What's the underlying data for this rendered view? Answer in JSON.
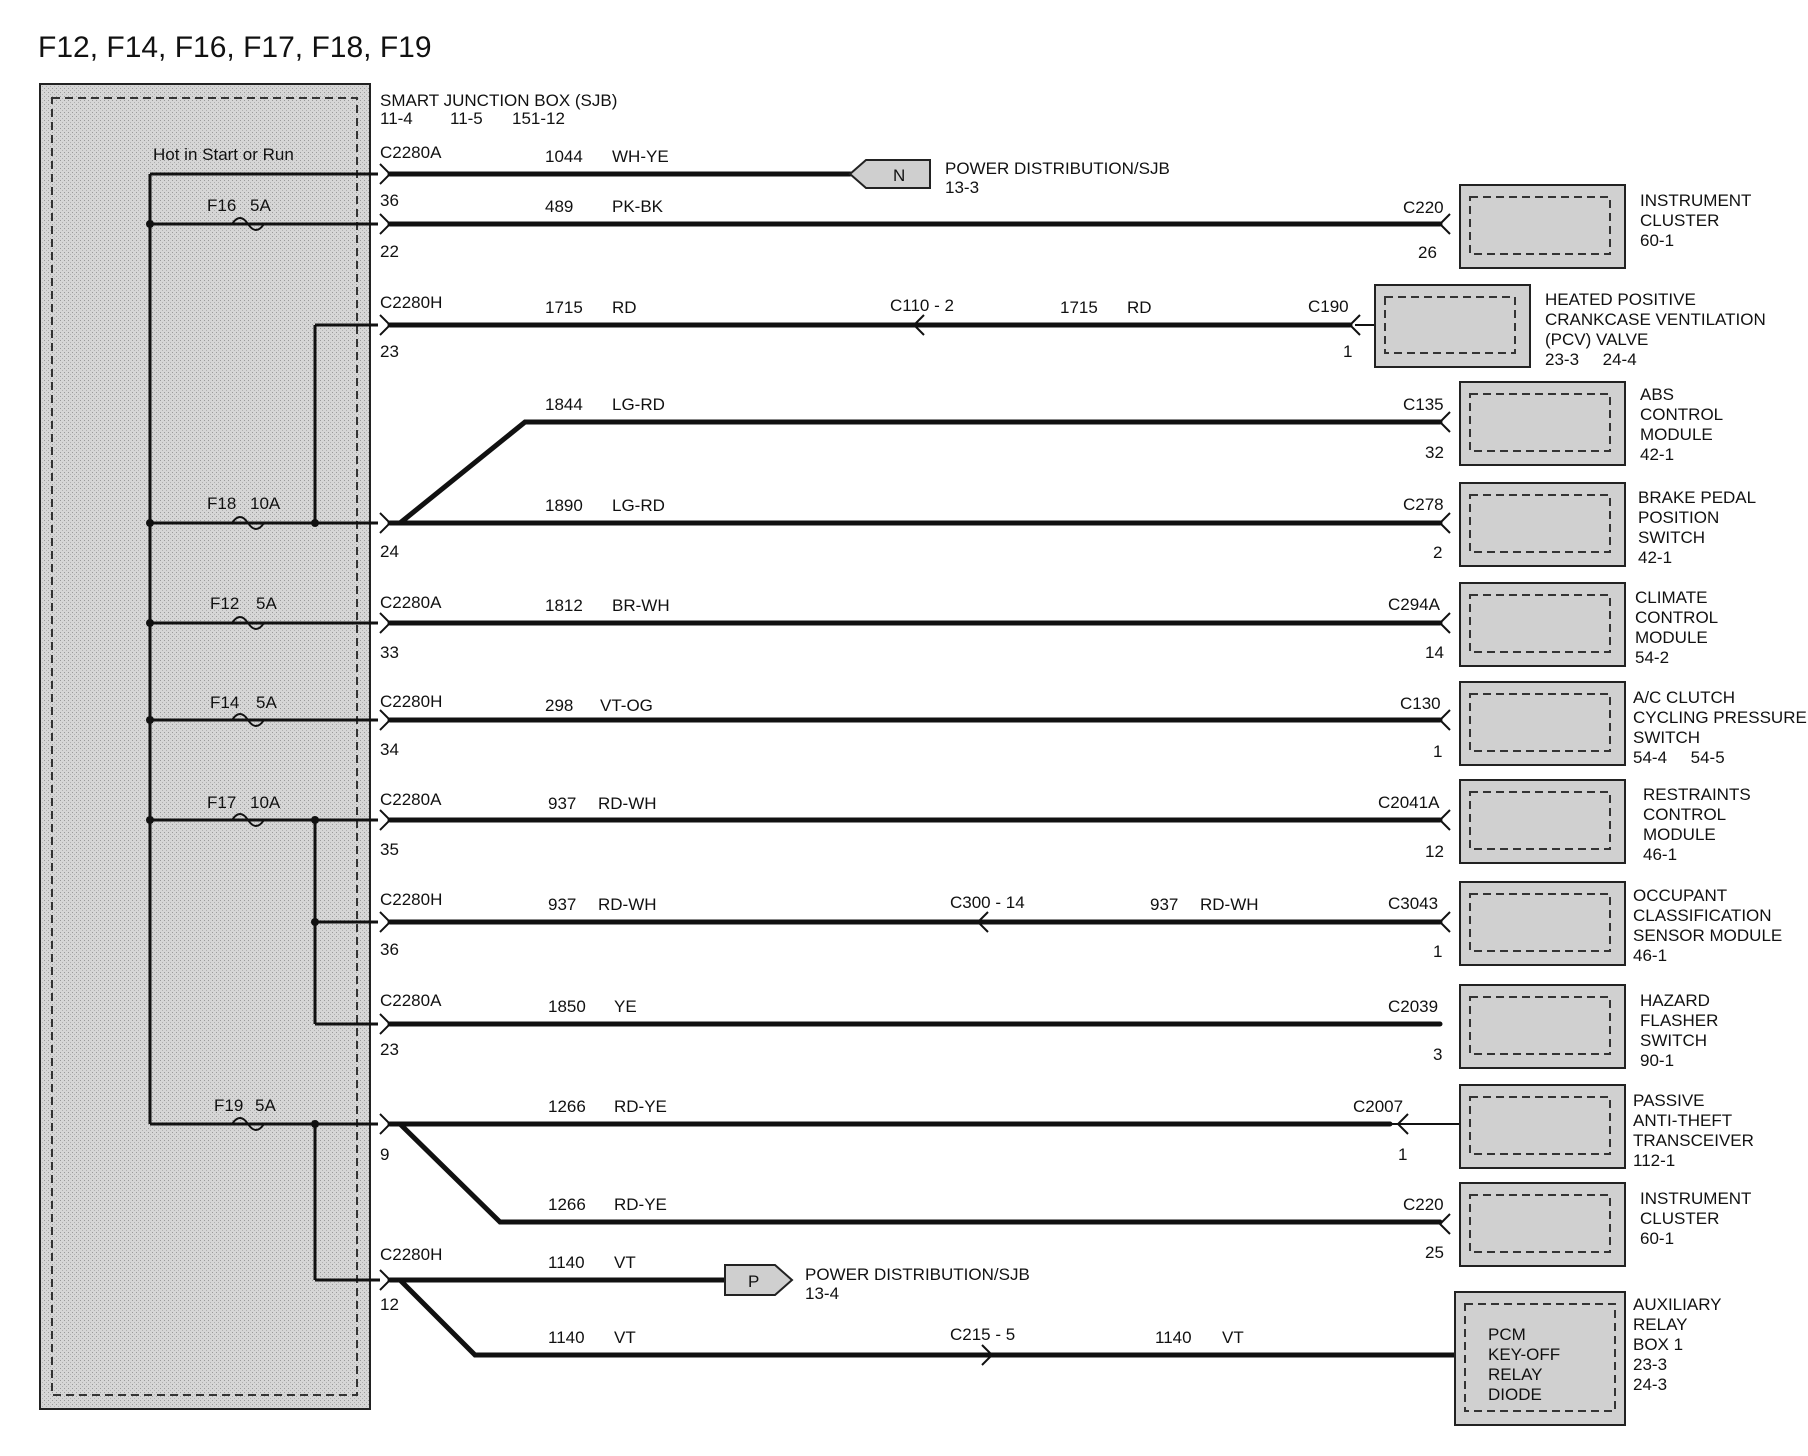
{
  "title": "F12, F14, F16, F17, F18, F19",
  "sjb": {
    "name": "SMART JUNCTION BOX (SJB)",
    "refs": [
      "11-4",
      "11-5",
      "151-12"
    ],
    "hot_label": "Hot in Start or Run"
  },
  "fuses": [
    {
      "id": "f16",
      "name": "F16",
      "rating": "5A"
    },
    {
      "id": "f18",
      "name": "F18",
      "rating": "10A"
    },
    {
      "id": "f12",
      "name": "F12",
      "rating": "5A"
    },
    {
      "id": "f14",
      "name": "F14",
      "rating": "5A"
    },
    {
      "id": "f17",
      "name": "F17",
      "rating": "10A"
    },
    {
      "id": "f19",
      "name": "F19",
      "rating": "5A"
    }
  ],
  "sjb_pins": [
    {
      "connector": "C2280A",
      "pin": "36"
    },
    {
      "connector": "",
      "pin": "22"
    },
    {
      "connector": "C2280H",
      "pin": "23"
    },
    {
      "connector": "",
      "pin": "24"
    },
    {
      "connector": "C2280A",
      "pin": "33"
    },
    {
      "connector": "C2280H",
      "pin": "34"
    },
    {
      "connector": "C2280A",
      "pin": "35"
    },
    {
      "connector": "C2280H",
      "pin": "36"
    },
    {
      "connector": "C2280A",
      "pin": "23"
    },
    {
      "connector": "",
      "pin": "9"
    },
    {
      "connector": "C2280H",
      "pin": "12"
    }
  ],
  "circuits": [
    {
      "circuit": "1044",
      "color": "WH-YE"
    },
    {
      "circuit": "489",
      "color": "PK-BK"
    },
    {
      "circuit": "1715",
      "color": "RD"
    },
    {
      "circuit": "1844",
      "color": "LG-RD"
    },
    {
      "circuit": "1890",
      "color": "LG-RD"
    },
    {
      "circuit": "1812",
      "color": "BR-WH"
    },
    {
      "circuit": "298",
      "color": "VT-OG"
    },
    {
      "circuit": "937",
      "color": "RD-WH"
    },
    {
      "circuit": "937",
      "color": "RD-WH"
    },
    {
      "circuit": "1850",
      "color": "YE"
    },
    {
      "circuit": "1266",
      "color": "RD-YE"
    },
    {
      "circuit": "1266",
      "color": "RD-YE"
    },
    {
      "circuit": "1140",
      "color": "VT"
    },
    {
      "circuit": "1140",
      "color": "VT"
    }
  ],
  "inline": [
    {
      "connector": "C110 - 2",
      "circuit": "1715",
      "color": "RD"
    },
    {
      "connector": "C300 - 14",
      "circuit": "937",
      "color": "RD-WH"
    },
    {
      "connector": "C215 - 5",
      "circuit": "1140",
      "color": "VT"
    }
  ],
  "offpage": [
    {
      "letter": "N",
      "label": "POWER DISTRIBUTION/SJB",
      "ref": "13-3"
    },
    {
      "letter": "P",
      "label": "POWER DISTRIBUTION/SJB",
      "ref": "13-4"
    }
  ],
  "components": [
    {
      "connector": "C220",
      "pin": "26",
      "lines": [
        "INSTRUMENT",
        "CLUSTER",
        "60-1"
      ]
    },
    {
      "connector": "C190",
      "pin": "1",
      "lines": [
        "HEATED POSITIVE",
        "CRANKCASE VENTILATION",
        "(PCV) VALVE",
        "23-3     24-4"
      ]
    },
    {
      "connector": "C135",
      "pin": "32",
      "lines": [
        "ABS",
        "CONTROL",
        "MODULE",
        "42-1"
      ]
    },
    {
      "connector": "C278",
      "pin": "2",
      "lines": [
        "BRAKE PEDAL",
        "POSITION",
        "SWITCH",
        "42-1"
      ]
    },
    {
      "connector": "C294A",
      "pin": "14",
      "lines": [
        "CLIMATE",
        "CONTROL",
        "MODULE",
        "54-2"
      ]
    },
    {
      "connector": "C130",
      "pin": "1",
      "lines": [
        "A/C CLUTCH",
        "CYCLING PRESSURE",
        "SWITCH",
        "54-4     54-5"
      ]
    },
    {
      "connector": "C2041A",
      "pin": "12",
      "lines": [
        "RESTRAINTS",
        "CONTROL",
        "MODULE",
        "46-1"
      ]
    },
    {
      "connector": "C3043",
      "pin": "1",
      "lines": [
        "OCCUPANT",
        "CLASSIFICATION",
        "SENSOR MODULE",
        "46-1"
      ]
    },
    {
      "connector": "C2039",
      "pin": "3",
      "lines": [
        "HAZARD",
        "FLASHER",
        "SWITCH",
        "90-1"
      ]
    },
    {
      "connector": "C2007",
      "pin": "1",
      "lines": [
        "PASSIVE",
        "ANTI-THEFT",
        "TRANSCEIVER",
        "112-1"
      ]
    },
    {
      "connector": "C220",
      "pin": "25",
      "lines": [
        "INSTRUMENT",
        "CLUSTER",
        "60-1"
      ]
    },
    {
      "connector": "",
      "pin": "",
      "lines": [
        "AUXILIARY",
        "RELAY",
        "BOX 1",
        "23-3",
        "24-3"
      ],
      "inner": [
        "PCM",
        "KEY-OFF",
        "RELAY",
        "DIODE"
      ]
    }
  ]
}
